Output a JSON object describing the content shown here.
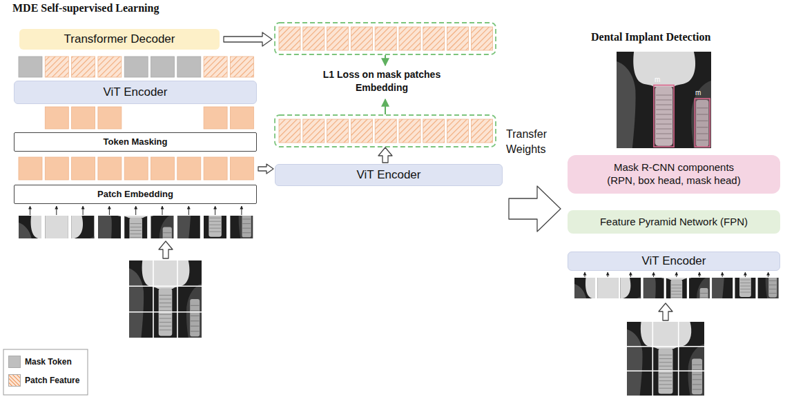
{
  "diagram": {
    "title": "MDE Self-supervised Learning",
    "nodes": [
      {
        "text": [
          "Transformer Decoder"
        ]
      },
      {
        "text": [
          "ViT Encoder"
        ]
      },
      {
        "text": [
          "Token Masking"
        ]
      },
      {
        "text": [
          "Patch Embedding"
        ]
      },
      {
        "text": [
          "ViT Encoder"
        ]
      },
      {
        "text": [
          "Mask R-CNN components (RPN, box head, mask head)"
        ]
      },
      {
        "text": [
          "Feature Pyramid Network (FPN)"
        ]
      },
      {
        "text": [
          "ViT Encoder"
        ]
      }
    ],
    "labels": [
      "L1 Loss on mask patches Embedding",
      "Transfer Weights",
      "Dental Implant Detection",
      "m",
      "m"
    ],
    "legend": [
      {
        "text": "Mask Token",
        "color": "#bfbfbf"
      },
      {
        "text": "Patch Feature"
      }
    ]
  }
}
